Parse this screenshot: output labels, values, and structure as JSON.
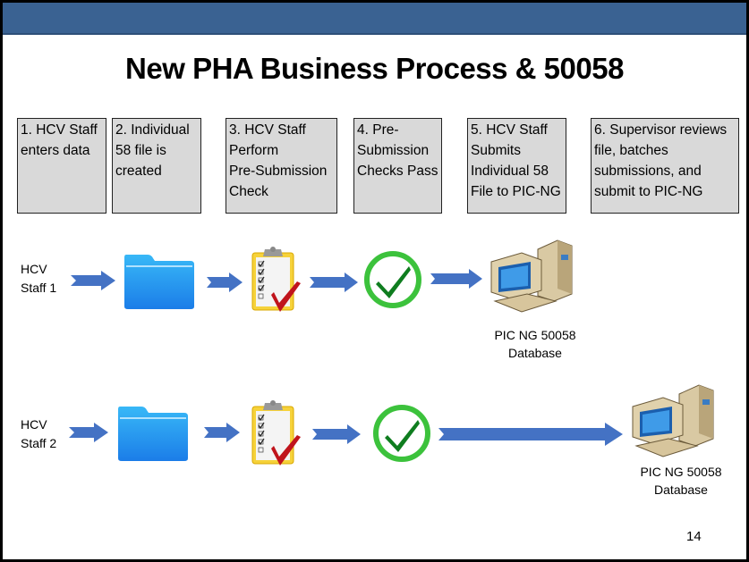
{
  "slide": {
    "title": "New PHA Business Process & 50058",
    "page_number": "14",
    "colors": {
      "header_bar": "#3a6292",
      "step_box": "#d9d9d9",
      "arrow": "#4472c4",
      "check_green": "#2e9e2e"
    }
  },
  "steps": [
    {
      "label": "1. HCV Staff\nenters data"
    },
    {
      "label": "2. Individual\n58 file is\ncreated"
    },
    {
      "label": "3. HCV Staff\nPerform\nPre-Submission\nCheck"
    },
    {
      "label": "4. Pre-\nSubmission\nChecks Pass"
    },
    {
      "label": "5. HCV Staff\nSubmits\nIndividual 58\nFile to PIC-NG"
    },
    {
      "label": "6. Supervisor reviews\nfile, batches\nsubmissions, and\nsubmit to PIC-NG"
    }
  ],
  "flows": [
    {
      "actor": "HCV\nStaff 1",
      "icons": [
        "folder-icon",
        "clipboard-checklist-icon",
        "green-check-icon",
        "computer-database-icon"
      ],
      "destination": "PIC NG 50058\nDatabase"
    },
    {
      "actor": "HCV\nStaff 2",
      "icons": [
        "folder-icon",
        "clipboard-checklist-icon",
        "green-check-icon",
        "computer-database-icon"
      ],
      "destination": "PIC NG 50058\nDatabase"
    }
  ]
}
